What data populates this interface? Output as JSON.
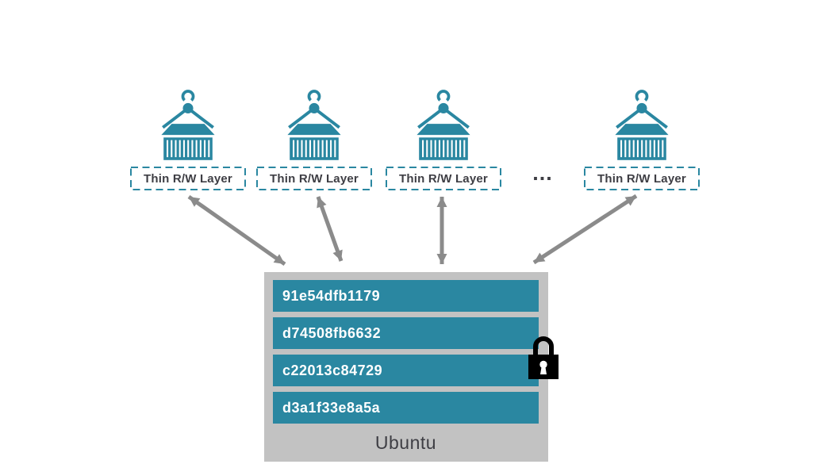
{
  "containers": [
    {
      "label": "Thin R/W Layer"
    },
    {
      "label": "Thin R/W Layer"
    },
    {
      "label": "Thin R/W Layer"
    },
    {
      "label": "Thin R/W Layer"
    }
  ],
  "ellipsis": "...",
  "image_stack": {
    "layers": [
      {
        "id": "91e54dfb1179"
      },
      {
        "id": "d74508fb6632"
      },
      {
        "id": "c22013c84729"
      },
      {
        "id": "d3a1f33e8a5a"
      }
    ],
    "os_label": "Ubuntu"
  },
  "icons": {
    "container": "container-crane-icon",
    "lock": "padlock-icon",
    "arrow": "double-headed-arrow"
  },
  "colors": {
    "teal": "#2a87a1",
    "stack_bg": "#c2c2c2",
    "arrow_gray": "#8b8b8b",
    "text_dark": "#3e3e44",
    "layer_text": "#ffffff",
    "lock_black": "#000000",
    "background": "#ffffff"
  }
}
